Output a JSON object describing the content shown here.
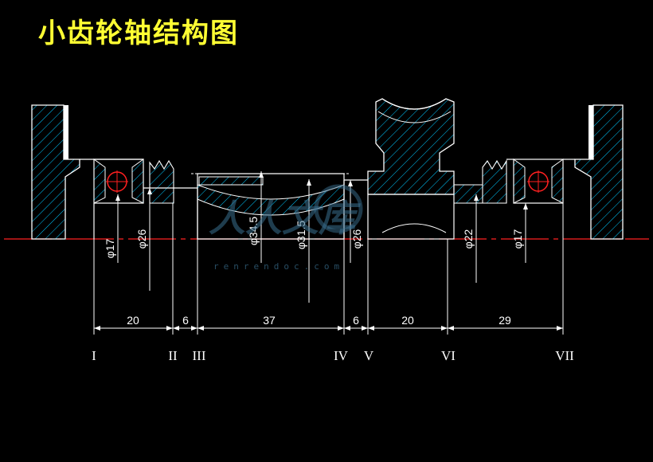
{
  "title": "小齿轮轴结构图",
  "diameters": [
    "φ17",
    "φ26",
    "φ34.5",
    "φ31.5",
    "φ26",
    "φ22",
    "φ17"
  ],
  "lengths": [
    "20",
    "6",
    "37",
    "6",
    "20",
    "29"
  ],
  "sections": [
    "I",
    "II",
    "III",
    "IV",
    "V",
    "VI",
    "VII"
  ],
  "watermark": {
    "text": "人人文库",
    "url": "renrendoc.com"
  },
  "colors": {
    "background": "#000000",
    "title": "#ffff33",
    "line": "#ffffff",
    "hatch": "#00c8ff",
    "centerline": "#ff2020",
    "bearing": "#ff2020"
  }
}
